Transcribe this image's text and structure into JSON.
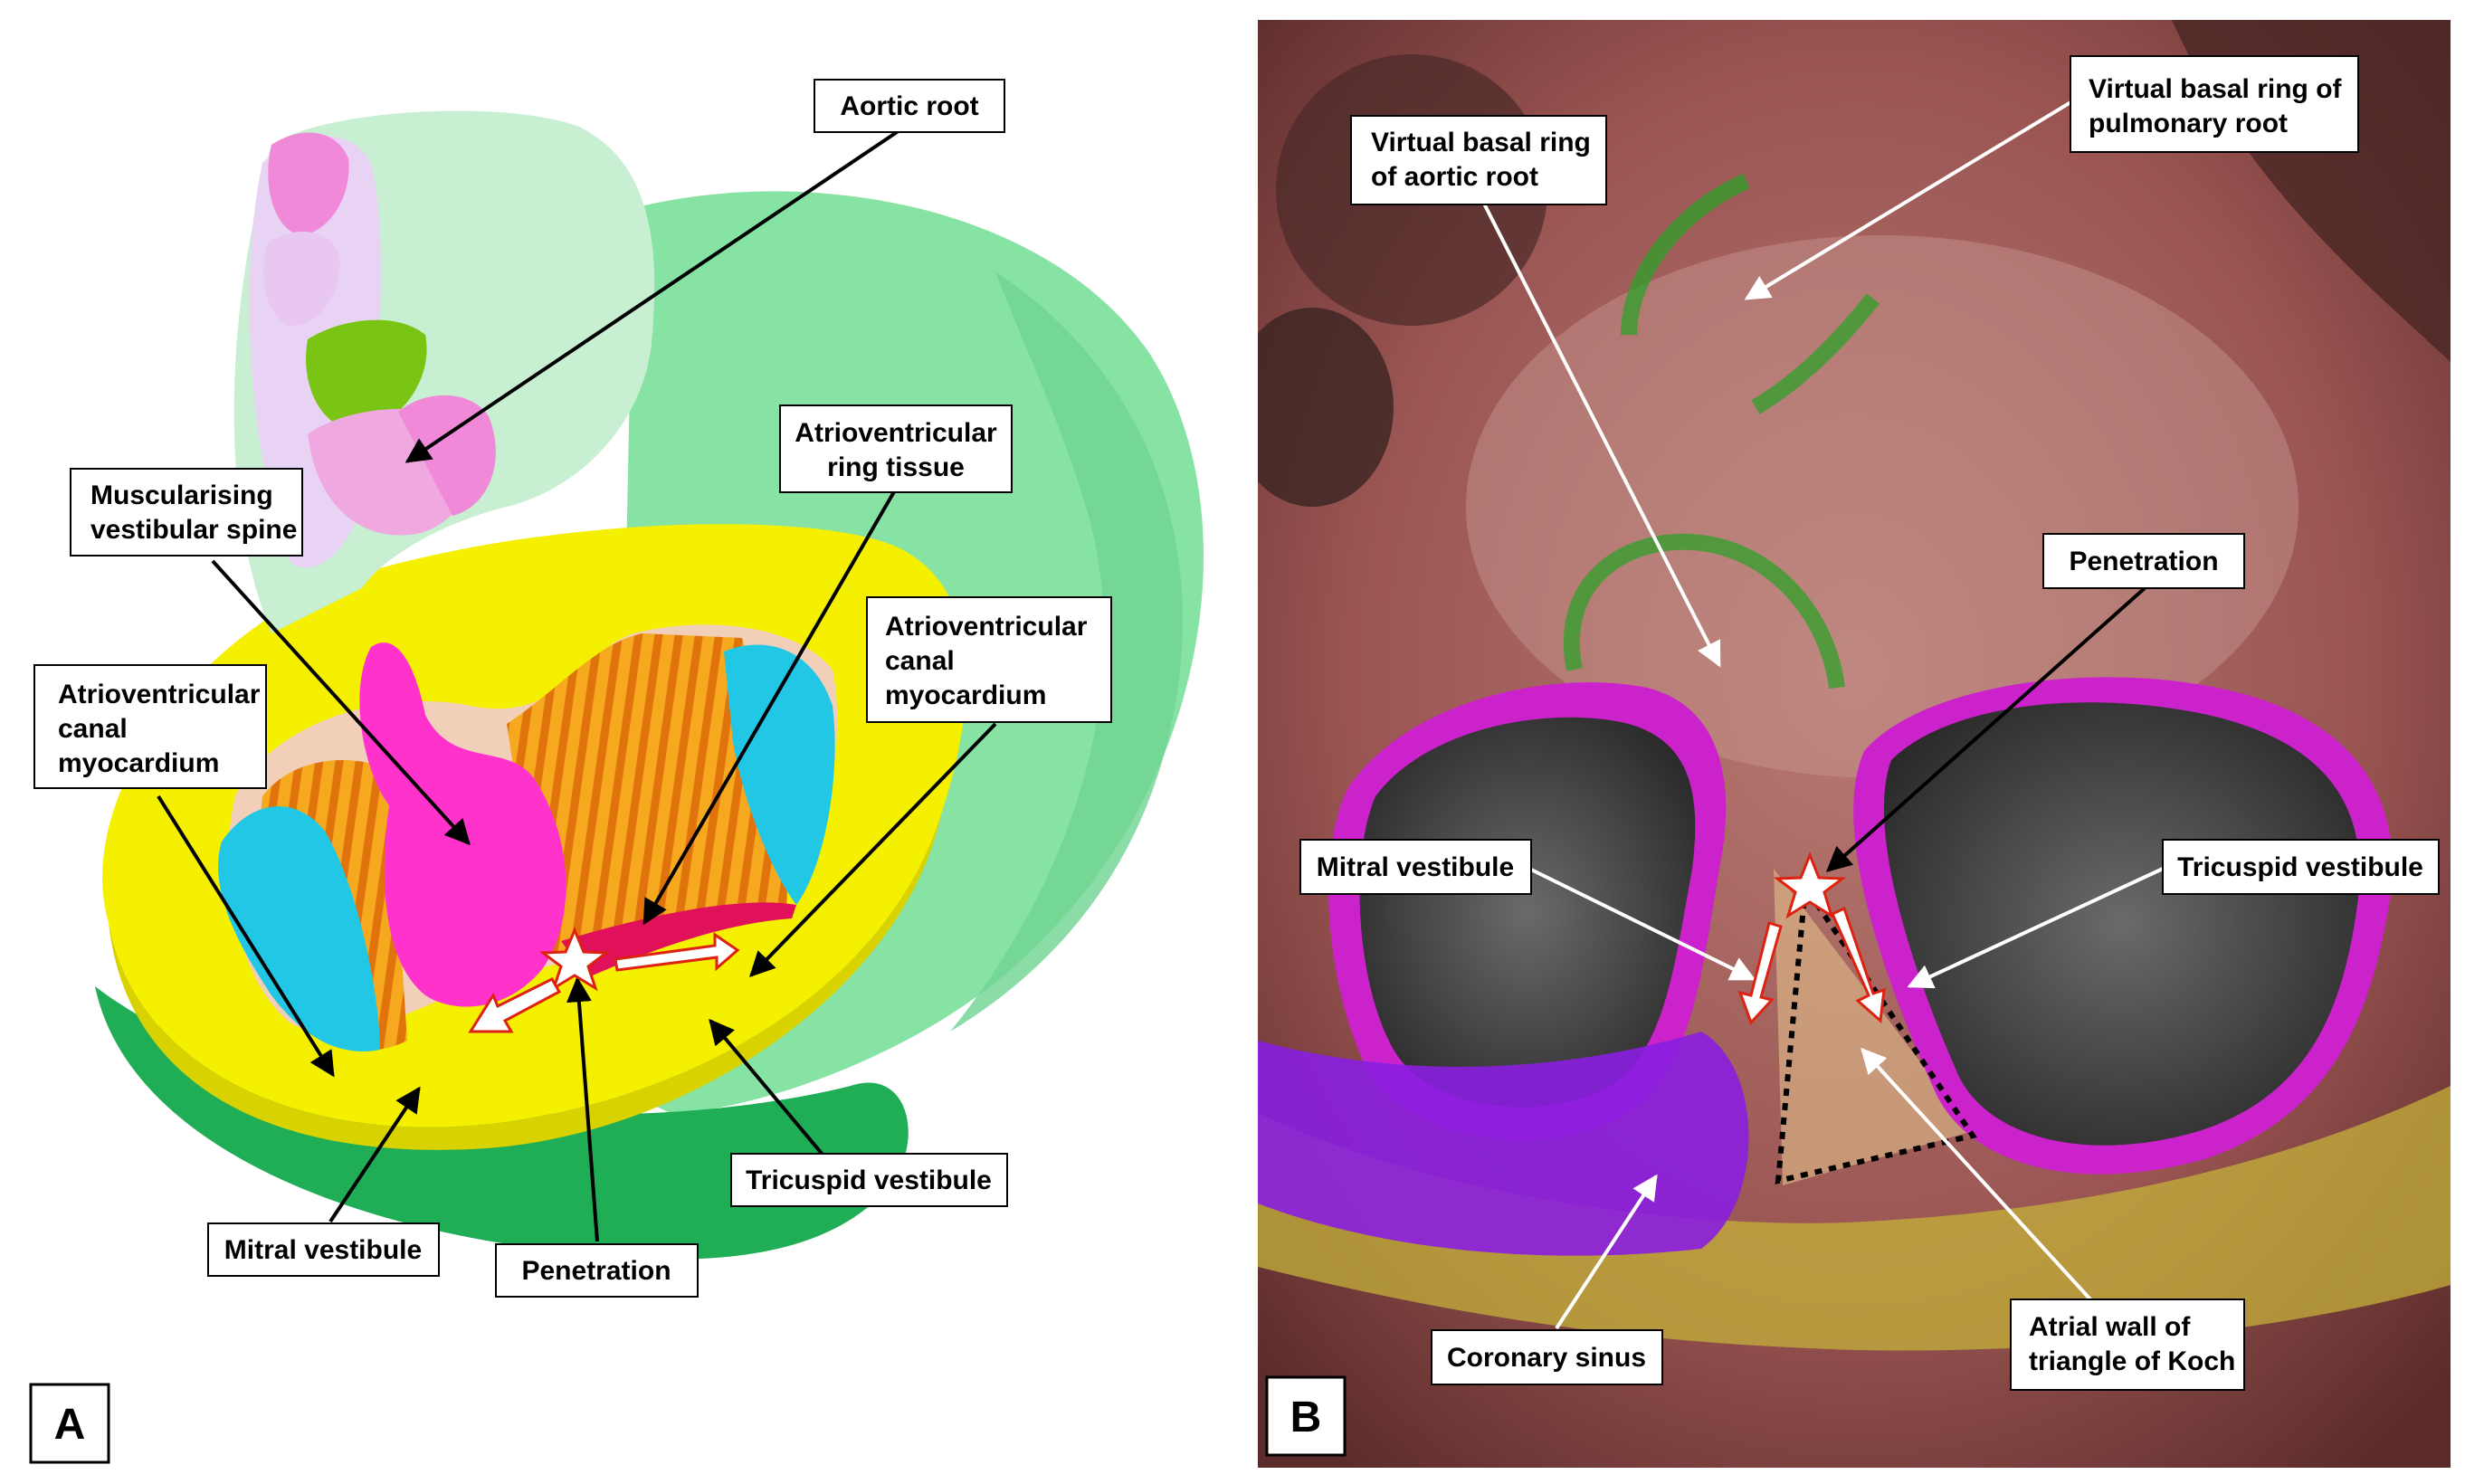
{
  "panel_a": {
    "letter": "A",
    "labels": {
      "aortic_root": [
        "Aortic root"
      ],
      "atrioventricular_ring_tissue": [
        "Atrioventricular",
        "ring tissue"
      ],
      "muscularising_vestibular_spine": [
        "Muscularising",
        "vestibular spine"
      ],
      "av_canal_myocardium_left": [
        "Atrioventricular",
        "canal",
        "myocardium"
      ],
      "av_canal_myocardium_right": [
        "Atrioventricular",
        "canal",
        "myocardium"
      ],
      "tricuspid_vestibule": [
        "Tricuspid vestibule"
      ],
      "mitral_vestibule": [
        "Mitral vestibule"
      ],
      "penetration": [
        "Penetration"
      ]
    }
  },
  "panel_b": {
    "letter": "B",
    "labels": {
      "virtual_basal_ring_aortic": [
        "Virtual basal ring",
        "of aortic root"
      ],
      "virtual_basal_ring_pulmonary": [
        "Virtual basal ring of",
        "pulmonary root"
      ],
      "penetration": [
        "Penetration"
      ],
      "mitral_vestibule": [
        "Mitral vestibule"
      ],
      "tricuspid_vestibule": [
        "Tricuspid vestibule"
      ],
      "coronary_sinus": [
        "Coronary sinus"
      ],
      "atrial_wall_triangle_koch": [
        "Atrial wall of",
        "triangle of Koch"
      ]
    }
  },
  "colors": {
    "ventricle_green": "#7ddc9e",
    "av_yellow": "#f5ef00",
    "spine_magenta": "#ff33cc",
    "leaflet_cyan": "#22c7e6",
    "ring_orange": "#f08a10",
    "aortic_green": "#7ac414",
    "b_tissue": "#a85a58",
    "b_ring_magenta": "#cc22cc",
    "b_purple": "#8a1ee0",
    "b_yellow": "#c4b23a"
  }
}
